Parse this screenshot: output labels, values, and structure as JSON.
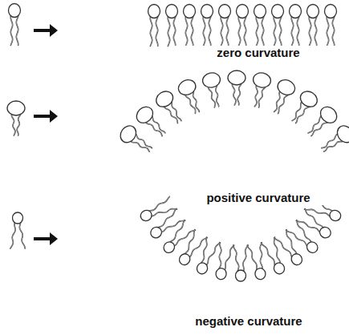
{
  "diagram": {
    "labels": [
      "zero curvature",
      "positive curvature",
      "negative curvature"
    ]
  }
}
